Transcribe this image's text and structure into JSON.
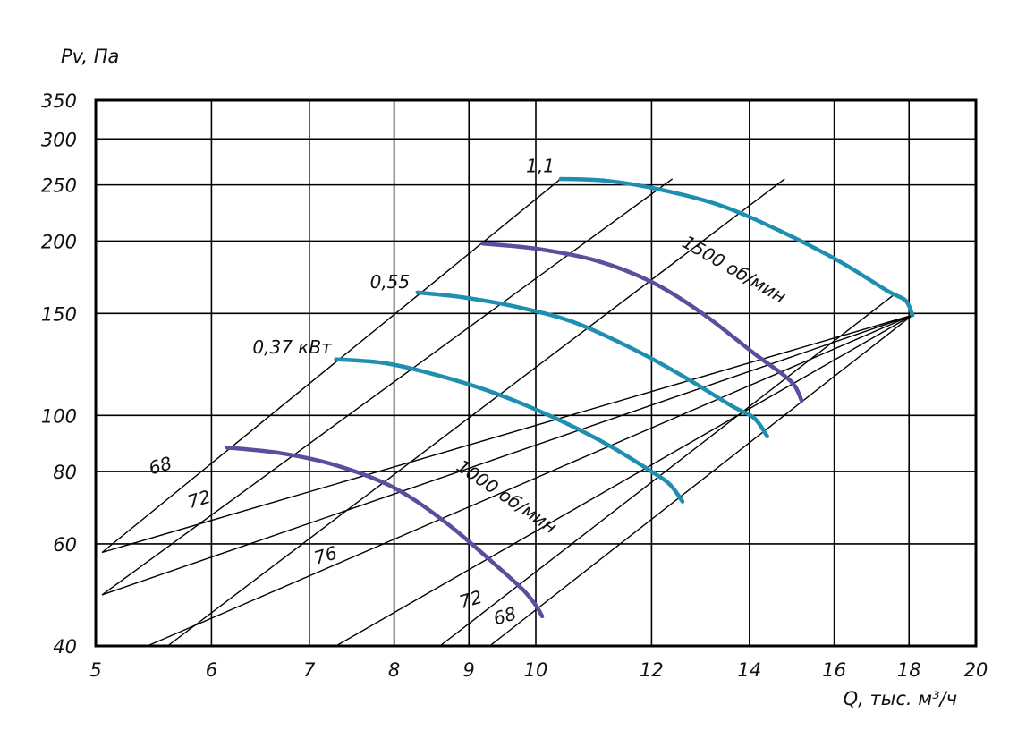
{
  "chart_data": {
    "type": "line",
    "title": "",
    "xlabel": "Q, тыс. м³/ч",
    "ylabel": "Pv, Па",
    "x_scale": "log",
    "y_scale": "log",
    "xlim": [
      5,
      20
    ],
    "ylim": [
      40,
      350
    ],
    "grid": true,
    "x_ticks": [
      {
        "value": 5,
        "label": "5"
      },
      {
        "value": 6,
        "label": "6"
      },
      {
        "value": 7,
        "label": "7"
      },
      {
        "value": 8,
        "label": "8"
      },
      {
        "value": 9,
        "label": "9"
      },
      {
        "value": 10,
        "label": "10"
      },
      {
        "value": 12,
        "label": "12"
      },
      {
        "value": 14,
        "label": "14"
      },
      {
        "value": 16,
        "label": "16"
      },
      {
        "value": 18,
        "label": "18"
      },
      {
        "value": 20,
        "label": "20"
      }
    ],
    "y_ticks": [
      {
        "value": 40,
        "label": "40"
      },
      {
        "value": 60,
        "label": "60"
      },
      {
        "value": 80,
        "label": "80"
      },
      {
        "value": 100,
        "label": "100"
      },
      {
        "value": 150,
        "label": "150"
      },
      {
        "value": 200,
        "label": "200"
      },
      {
        "value": 250,
        "label": "250"
      },
      {
        "value": 300,
        "label": "300"
      },
      {
        "value": 350,
        "label": "350"
      }
    ],
    "series": [
      {
        "name": "0,37 кВт",
        "color": "#1f8fb0",
        "x": [
          7.3,
          7.9,
          8.6,
          9.4,
          10.3,
          11.2,
          12.0,
          12.35,
          12.6
        ],
        "y": [
          125,
          123,
          117,
          109,
          99,
          89,
          80,
          76,
          71
        ]
      },
      {
        "name": "0,55",
        "color": "#1f8fb0",
        "x": [
          8.3,
          8.9,
          9.7,
          10.6,
          11.6,
          12.6,
          13.6,
          14.1,
          14.4
        ],
        "y": [
          163,
          160,
          154,
          145,
          131,
          117,
          104,
          99,
          92
        ]
      },
      {
        "name": "1,1",
        "color": "#1f8fb0",
        "x": [
          10.4,
          11.2,
          12.2,
          13.4,
          14.7,
          16.1,
          17.4,
          17.9,
          18.1
        ],
        "y": [
          256,
          254,
          245,
          230,
          208,
          185,
          164,
          158,
          149
        ]
      },
      {
        "name": "1000 об/мин",
        "color": "#5a4f9c",
        "x": [
          6.15,
          6.7,
          7.3,
          8.0,
          8.7,
          9.4,
          9.8,
          10.0,
          10.1
        ],
        "y": [
          88,
          86,
          82,
          75,
          65,
          55,
          50,
          47,
          45
        ]
      },
      {
        "name": "1500 об/мин",
        "color": "#5a4f9c",
        "x": [
          9.2,
          10.0,
          11.0,
          12.0,
          13.0,
          14.1,
          14.8,
          15.05,
          15.2
        ],
        "y": [
          198,
          194,
          185,
          170,
          150,
          128,
          117,
          112,
          106
        ]
      }
    ],
    "efficiency_lines": [
      {
        "label_upper": "68",
        "label_lower": "68",
        "x": [
          5.05,
          18.1
        ],
        "y": [
          58,
          149
        ]
      },
      {
        "label_upper": "72",
        "label_lower": "72",
        "x": [
          5.05,
          18.1
        ],
        "y": [
          49,
          149
        ]
      },
      {
        "label": "76",
        "x": [
          5.05,
          18.1
        ],
        "y": [
          37,
          149
        ]
      }
    ],
    "annotations": [
      {
        "text": "0,37 кВт",
        "x": 7.25,
        "y": 128
      },
      {
        "text": "0,55",
        "x": 8.2,
        "y": 166
      },
      {
        "text": "1,1",
        "x": 10.3,
        "y": 263
      },
      {
        "text": "1000 об/мин",
        "x": 9.5,
        "y": 71
      },
      {
        "text": "1500 об/мин",
        "x": 13.6,
        "y": 175
      }
    ]
  }
}
